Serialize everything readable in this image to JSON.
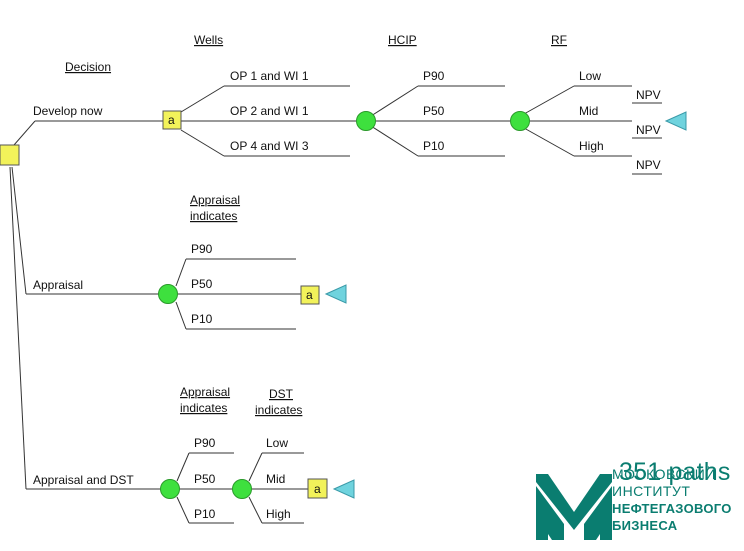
{
  "headers": {
    "decision": "Decision",
    "wells": "Wells",
    "hcip": "HCIP",
    "rf": "RF",
    "appraisal_indicates_1": "Appraisal",
    "appraisal_indicates_2": "indicates",
    "appraisal_dst_1": "Appraisal",
    "appraisal_dst_2": "indicates",
    "dst_1": "DST",
    "dst_2": "indicates"
  },
  "decisions": {
    "develop_now": "Develop now",
    "appraisal": "Appraisal",
    "appraisal_and_dst": "Appraisal and DST"
  },
  "wells": [
    "OP 1 and WI 1",
    "OP 2 and WI 1",
    "OP 4 and WI 3"
  ],
  "hcip": [
    "P90",
    "P50",
    "P10"
  ],
  "rf": [
    "Low",
    "Mid",
    "High"
  ],
  "npv": [
    "NPV",
    "NPV",
    "NPV"
  ],
  "appraisal_outcomes": [
    "P90",
    "P50",
    "P10"
  ],
  "dst_appraisal_outcomes": [
    "P90",
    "P50",
    "P10"
  ],
  "dst_outcomes": [
    "Low",
    "Mid",
    "High"
  ],
  "node_letter": "a",
  "colors": {
    "decision_node": "#f2f25a",
    "chance_node": "#3ee03e",
    "terminal_triangle": "#6fd3de",
    "line": "#333333",
    "logo": "#0a7d70"
  },
  "logo": {
    "overlay": "351 paths",
    "line1": "МОСКОВСКИЙ",
    "line2": "ИНСТИТУТ",
    "line3": "НЕФТЕГАЗОВОГО",
    "line4": "БИЗНЕСА"
  }
}
